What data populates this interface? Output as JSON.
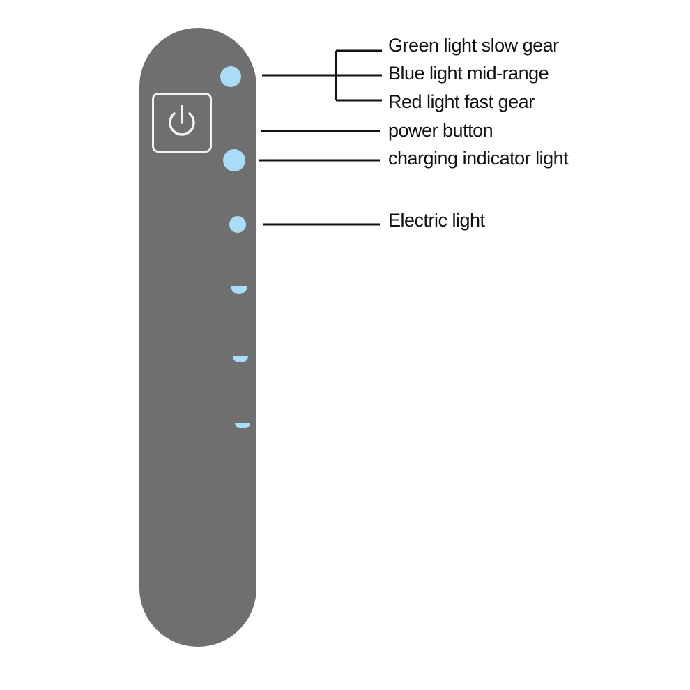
{
  "diagram": {
    "colors": {
      "panel": "#6f6f6f",
      "indicator": "#a9dcf6",
      "button_outline": "#f2f2f2",
      "leader_line": "#111111"
    },
    "power_button_icon": "power-icon",
    "labels": {
      "green_light": "Green light slow gear",
      "blue_light": "Blue light mid-range",
      "red_light": "Red light fast gear",
      "power_button": "power button",
      "charging_indicator": "charging indicator light",
      "electric_light": "Electric light"
    }
  }
}
